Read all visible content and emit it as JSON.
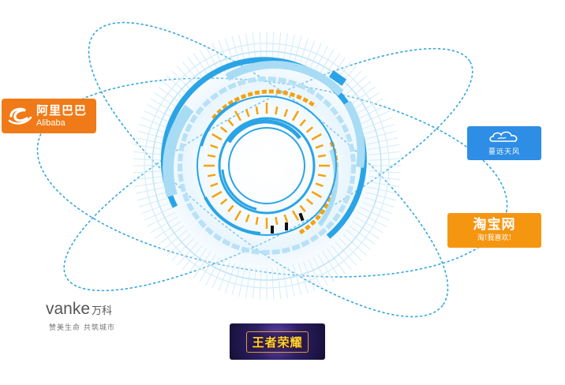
{
  "logos": {
    "alibaba": {
      "cn": "阿里巴巴",
      "en": "Alibaba",
      "color": "#f07a17"
    },
    "manyuan_tianfeng": {
      "text": "蔓远天风",
      "color": "#2e8de4",
      "icon": "cloud-icon"
    },
    "taobao": {
      "title": "淘宝网",
      "slogan": "淘!我喜欢!",
      "color": "#f59611"
    },
    "vanke": {
      "en": "vanke",
      "cn": "万科",
      "slogan": "赞美生命 共筑城市"
    },
    "honor_of_kings": {
      "title": "王者荣耀"
    }
  },
  "colors": {
    "ring_blue": "#2aa4e6",
    "ring_light": "#a8dcf5",
    "ring_orange": "#f5a20f",
    "dotted": "#33a6e0"
  }
}
